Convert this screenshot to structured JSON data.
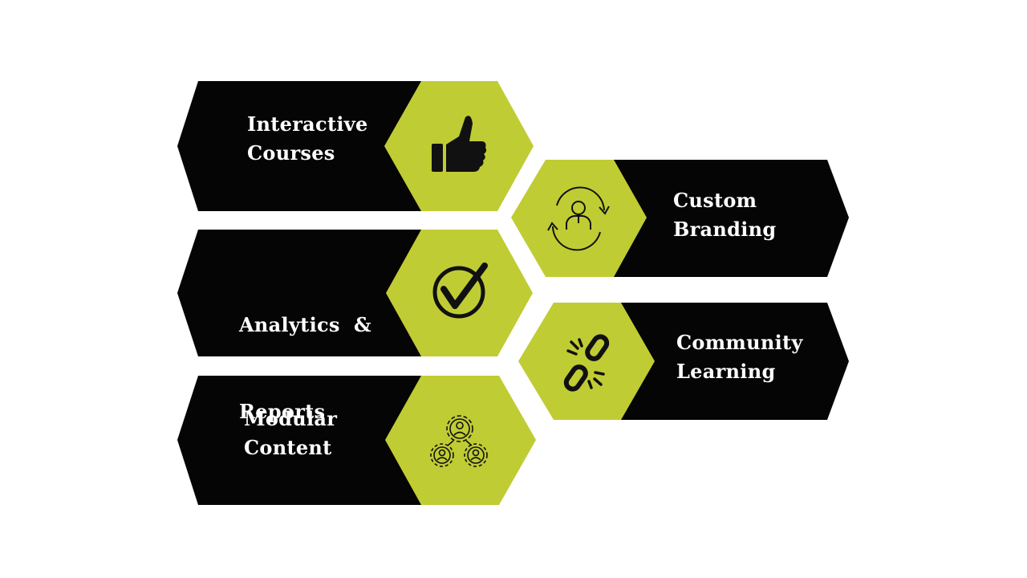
{
  "colors": {
    "block": "#050505",
    "hexagon": "#c0cc33",
    "icon": "#111111",
    "label": "#ffffff",
    "background": "#ffffff"
  },
  "features": [
    {
      "id": "interactive-courses",
      "icon": "thumbs-up-icon",
      "lines": [
        "Interactive",
        "Courses"
      ]
    },
    {
      "id": "analytics-reports",
      "icon": "checkmark-circle-icon",
      "lines": [
        "Analytics  &",
        "Reports"
      ]
    },
    {
      "id": "modular-content",
      "icon": "gears-people-icon",
      "lines": [
        "Modular",
        "Content"
      ]
    },
    {
      "id": "custom-branding",
      "icon": "user-cycle-icon",
      "lines": [
        "Custom",
        "Branding"
      ]
    },
    {
      "id": "community-learning",
      "icon": "broken-chain-icon",
      "lines": [
        "Community",
        "Learning"
      ]
    }
  ]
}
